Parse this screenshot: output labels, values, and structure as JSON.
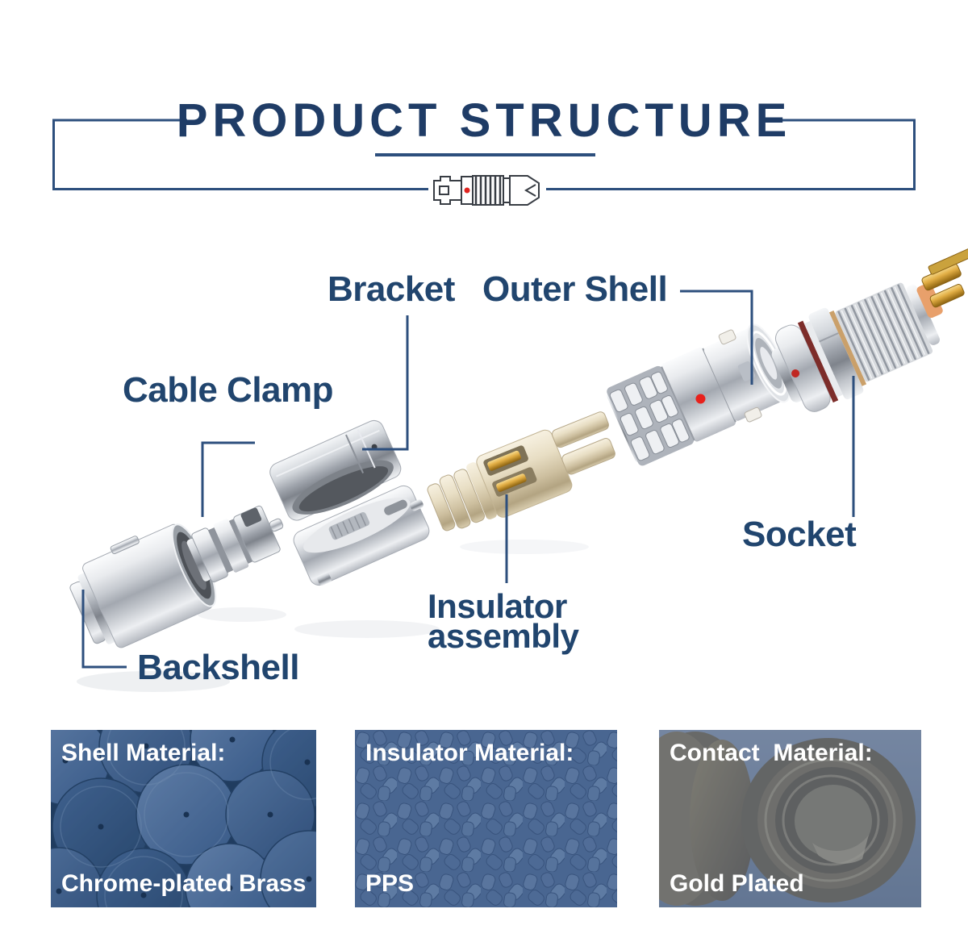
{
  "header": {
    "title": "PRODUCT STRUCTURE"
  },
  "icons": {
    "header_connector": "connector-plug-icon"
  },
  "diagram": {
    "labels": {
      "bracket": "Bracket",
      "outer_shell": "Outer Shell",
      "cable_clamp": "Cable Clamp",
      "socket": "Socket",
      "insulator_line1": "Insulator",
      "insulator_line2": "assembly",
      "backshell": "Backshell"
    }
  },
  "panels": [
    {
      "title": "Shell Material:",
      "value": "Chrome-plated Brass"
    },
    {
      "title": "Insulator Material:",
      "value": "PPS"
    },
    {
      "title": "Contact  Material:",
      "value": "Gold Plated"
    }
  ],
  "colors": {
    "navy_text": "#21456e",
    "title_navy": "#1f3c66",
    "leader_line": "#2d4f7d",
    "red_dot": "#e8211c",
    "panel_text": "#ffffff",
    "panel_tint": "#3d5c87",
    "gold": "#d4a03c",
    "insulator_beige": "#e8dec4"
  }
}
